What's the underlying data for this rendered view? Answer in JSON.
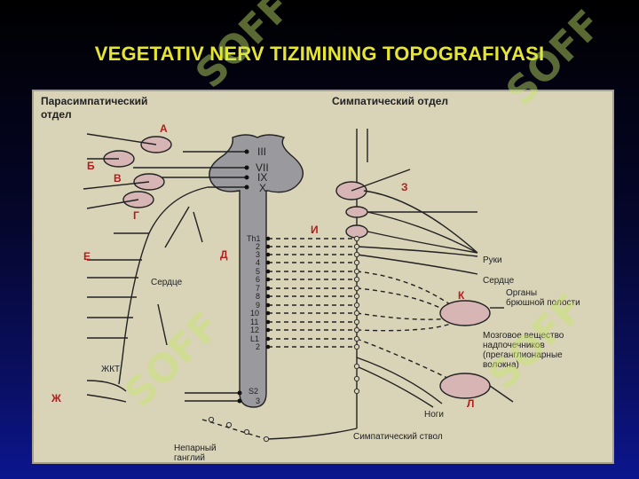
{
  "slide": {
    "title": "VEGETATIV NERV TIZIMINING TOPOGRAFIYASI",
    "watermark": "SOFF"
  },
  "diagram": {
    "parasympathetic_header_line1": "Парасимпатический",
    "parasympathetic_header_line2": "отдел",
    "sympathetic_header": "Симпатический отдел",
    "cranial_nerves": [
      "III",
      "VII",
      "IX",
      "X"
    ],
    "spinal_segments": [
      "Th1",
      "2",
      "3",
      "4",
      "5",
      "6",
      "7",
      "8",
      "9",
      "10",
      "11",
      "12",
      "L1",
      "2"
    ],
    "sacral_segments": [
      "S2",
      "3"
    ],
    "letters": {
      "a": "А",
      "b": "Б",
      "v": "В",
      "g": "Г",
      "d": "Д",
      "e": "Е",
      "zh": "Ж",
      "z": "З",
      "i": "И",
      "k": "К",
      "l": "Л"
    },
    "labels": {
      "heart_left": "Сердце",
      "gi_tract": "ЖКТ",
      "arms": "Руки",
      "heart_right": "Сердце",
      "abdominal_organs_1": "Органы",
      "abdominal_organs_2": "брюшной полости",
      "adrenal_1": "Мозговое вещество",
      "adrenal_2": "надпочечников",
      "adrenal_3": "(преганглионарные",
      "adrenal_4": "волокна)",
      "legs": "Ноги",
      "sympathetic_trunk": "Симпатический ствол",
      "unpaired_ganglion_1": "Непарный",
      "unpaired_ganglion_2": "ганглий"
    }
  }
}
